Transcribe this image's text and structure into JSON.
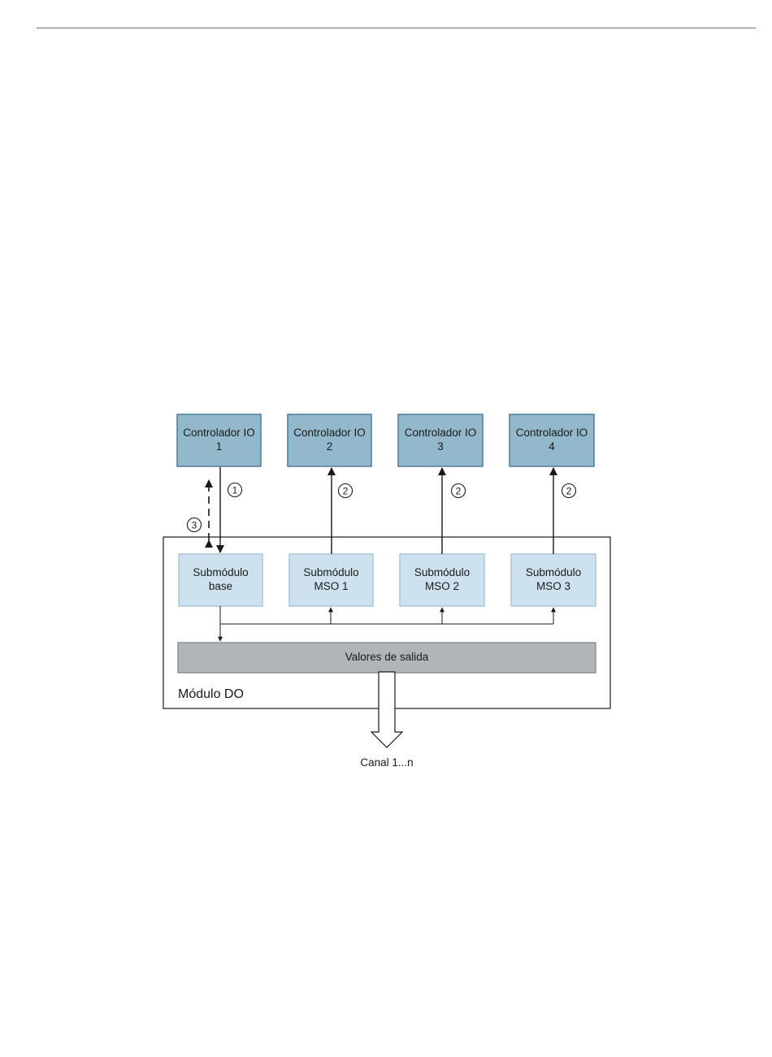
{
  "colors": {
    "controller_fill": "#93b8cc",
    "controller_stroke": "#4b7f9a",
    "submodule_fill": "#cde2ee",
    "submodule_stroke": "#a9c7d8",
    "output_fill": "#b0b5b9",
    "output_stroke": "#8c9196",
    "line": "#1a1a1a"
  },
  "controllers": [
    {
      "line1": "Controlador IO",
      "line2": "1"
    },
    {
      "line1": "Controlador IO",
      "line2": "2"
    },
    {
      "line1": "Controlador IO",
      "line2": "3"
    },
    {
      "line1": "Controlador IO",
      "line2": "4"
    }
  ],
  "submodules": [
    {
      "line1": "Submódulo",
      "line2": "base"
    },
    {
      "line1": "Submódulo",
      "line2": "MSO 1"
    },
    {
      "line1": "Submódulo",
      "line2": "MSO 2"
    },
    {
      "line1": "Submódulo",
      "line2": "MSO 3"
    }
  ],
  "markers": {
    "m1": "1",
    "m2a": "2",
    "m2b": "2",
    "m2c": "2",
    "m3": "3"
  },
  "output_values_label": "Valores de salida",
  "module_label": "Módulo DO",
  "channel_label": "Canal 1...n"
}
